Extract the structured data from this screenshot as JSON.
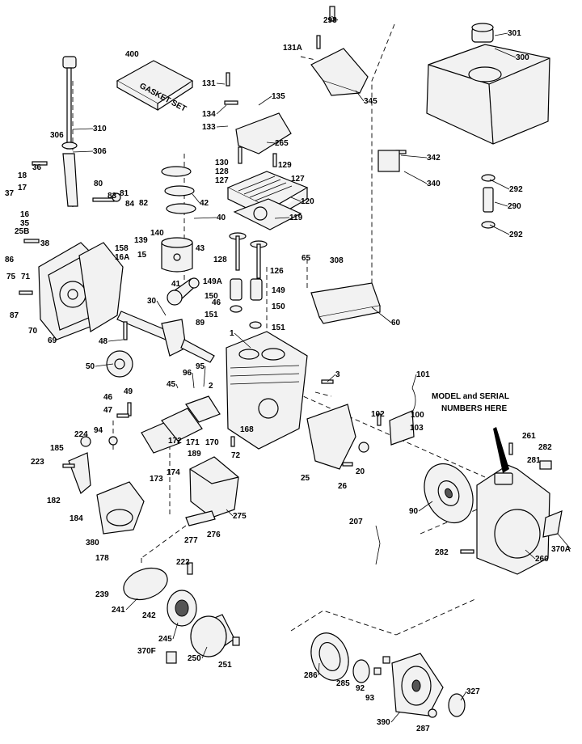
{
  "diagram": {
    "gasket_label": "GASKET SET",
    "callout_model_serial_line1": "MODEL and SERIAL",
    "callout_model_serial_line2": "NUMBERS HERE",
    "parts": {
      "p298": "298",
      "p131A": "131A",
      "p301": "301",
      "p300": "300",
      "p400": "400",
      "p131": "131",
      "p345": "345",
      "p134": "134",
      "p135": "135",
      "p133": "133",
      "p310": "310",
      "p306a": "306",
      "p306b": "306",
      "p265": "265",
      "p342": "342",
      "p130": "130",
      "p128a": "128",
      "p127a": "127",
      "p129": "129",
      "p127b": "127",
      "p340": "340",
      "p292a": "292",
      "p36": "36",
      "p18": "18",
      "p17": "17",
      "p37": "37",
      "p80": "80",
      "p81": "81",
      "p83": "83",
      "p84": "84",
      "p82": "82",
      "p42": "42",
      "p40": "40",
      "p120": "120",
      "p119": "119",
      "p290": "290",
      "p292b": "292",
      "p16": "16",
      "p35": "35",
      "p25B": "25B",
      "p38": "38",
      "p140": "140",
      "p139": "139",
      "p158": "158",
      "p16A": "16A",
      "p15": "15",
      "p86": "86",
      "p43": "43",
      "p128b": "128",
      "p65": "65",
      "p308": "308",
      "p126": "126",
      "p75": "75",
      "p71": "71",
      "p41": "41",
      "p149A": "149A",
      "p149": "149",
      "p150a": "150",
      "p150b": "150",
      "p30": "30",
      "p46a": "46",
      "p87": "87",
      "p151a": "151",
      "p151b": "151",
      "p60": "60",
      "p70": "70",
      "p69": "69",
      "p89": "89",
      "p48": "48",
      "p1": "1",
      "p3": "3",
      "p50": "50",
      "p96": "96",
      "p95": "95",
      "p45": "45",
      "p101": "101",
      "p49": "49",
      "p46b": "46",
      "p2": "2",
      "p47": "47",
      "p102": "102",
      "p100": "100",
      "p103": "103",
      "p94": "94",
      "p168": "168",
      "p224": "224",
      "p171": "171",
      "p170": "170",
      "p172": "172",
      "p72": "72",
      "p185": "185",
      "p189": "189",
      "p174": "174",
      "p261": "261",
      "p282a": "282",
      "p223": "223",
      "p173": "173",
      "p25": "25",
      "p26": "26",
      "p20": "20",
      "p281": "281",
      "p182": "182",
      "p90": "90",
      "p275": "275",
      "p184": "184",
      "p276": "276",
      "p207": "207",
      "p380": "380",
      "p277": "277",
      "p370A": "370A",
      "p282b": "282",
      "p260": "260",
      "p178": "178",
      "p222": "222",
      "p239": "239",
      "p241": "241",
      "p242": "242",
      "p245": "245",
      "p370F": "370F",
      "p250": "250",
      "p251": "251",
      "p286": "286",
      "p285": "285",
      "p92": "92",
      "p93": "93",
      "p327": "327",
      "p390": "390",
      "p287": "287"
    }
  }
}
